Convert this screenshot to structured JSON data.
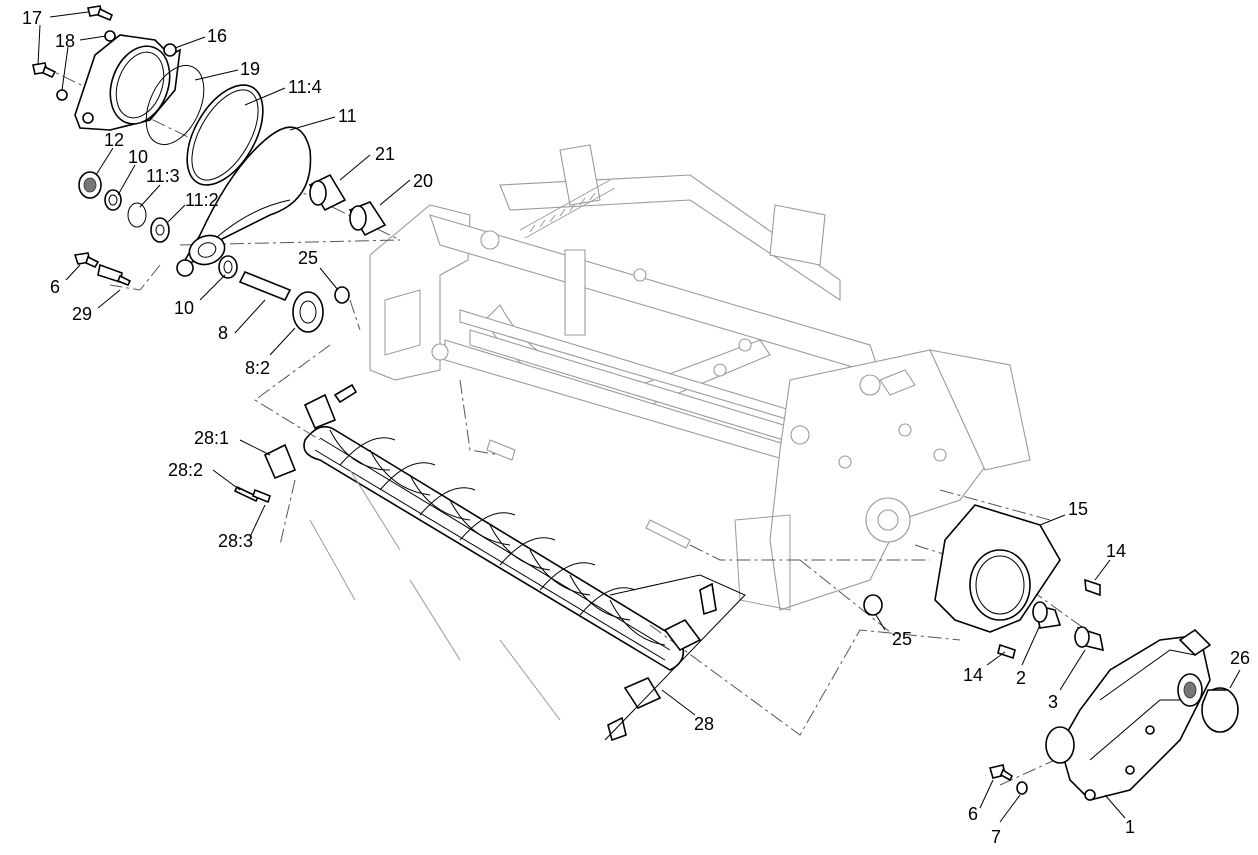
{
  "callouts": {
    "c17": "17",
    "c18": "18",
    "c16": "16",
    "c19": "19",
    "c11_4": "11:4",
    "c11": "11",
    "c12": "12",
    "c10a": "10",
    "c11_3": "11:3",
    "c21": "21",
    "c20": "20",
    "c11_2": "11:2",
    "c25a": "25",
    "c6a": "6",
    "c29": "29",
    "c10b": "10",
    "c8": "8",
    "c8_2": "8:2",
    "c28_1": "28:1",
    "c28_2": "28:2",
    "c28_3": "28:3",
    "c15": "15",
    "c14a": "14",
    "c25b": "25",
    "c14b": "14",
    "c2": "2",
    "c3": "3",
    "c26": "26",
    "c28": "28",
    "c6b": "6",
    "c7": "7",
    "c1": "1"
  }
}
